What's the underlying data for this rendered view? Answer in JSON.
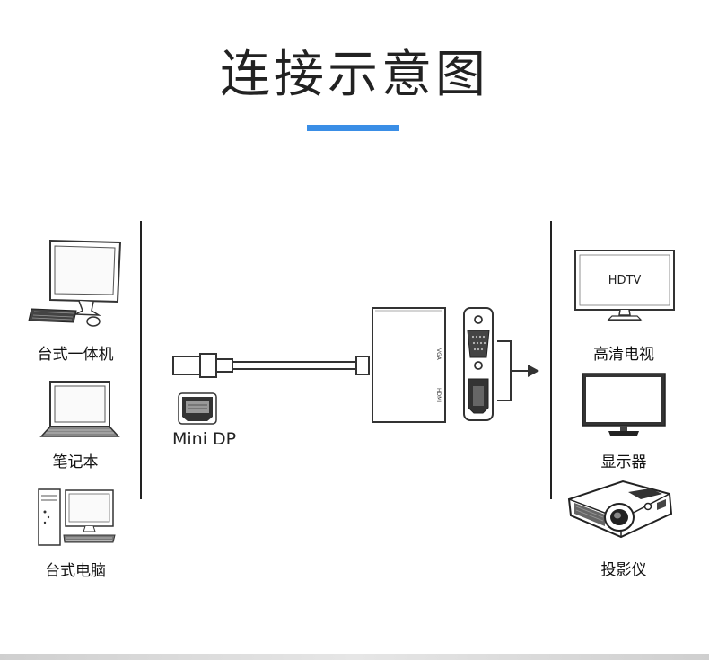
{
  "title": "连接示意图",
  "accent_color": "#3a8ee6",
  "left_devices": [
    {
      "label": "台式一体机",
      "icon": "all-in-one-pc-icon"
    },
    {
      "label": "笔记本",
      "icon": "laptop-icon"
    },
    {
      "label": "台式电脑",
      "icon": "desktop-pc-icon"
    }
  ],
  "connector": {
    "label": "Mini DP",
    "icon": "mini-dp-port-icon"
  },
  "adapter": {
    "ports": [
      "VGA",
      "HDMI"
    ]
  },
  "right_devices": [
    {
      "label": "高清电视",
      "icon": "hdtv-icon",
      "screen_text": "HDTV"
    },
    {
      "label": "显示器",
      "icon": "monitor-icon"
    },
    {
      "label": "投影仪",
      "icon": "projector-icon"
    }
  ]
}
